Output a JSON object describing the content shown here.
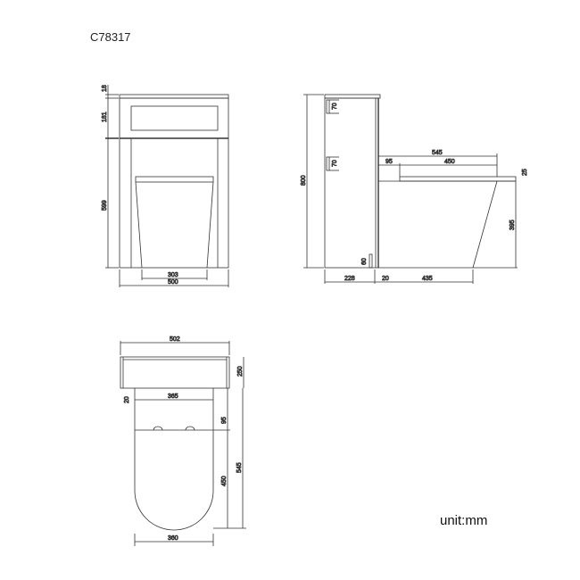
{
  "title": "C78317",
  "unit_label": "unit:mm",
  "front_view": {
    "dims": {
      "top_cap": "18",
      "cabinet_top": "181",
      "body": "599",
      "pan_base": "303",
      "width": "500"
    }
  },
  "side_view": {
    "dims": {
      "height": "800",
      "bracket_top": "70",
      "bracket_mid": "70",
      "bracket_bottom": "60",
      "depth_cabinet": "228",
      "gap": "20",
      "pan_base": "435",
      "projection": "545",
      "rim_offset": "95",
      "seat_length": "450",
      "seat_thickness": "25",
      "pan_height": "395"
    }
  },
  "top_view": {
    "dims": {
      "cabinet_width": "502",
      "cabinet_depth": "250",
      "side_panel": "20",
      "inner_width": "365",
      "hinge_offset": "95",
      "seat_length": "450",
      "projection": "545",
      "pan_width": "360"
    }
  },
  "colors": {
    "line": "#333333",
    "background": "#ffffff"
  }
}
